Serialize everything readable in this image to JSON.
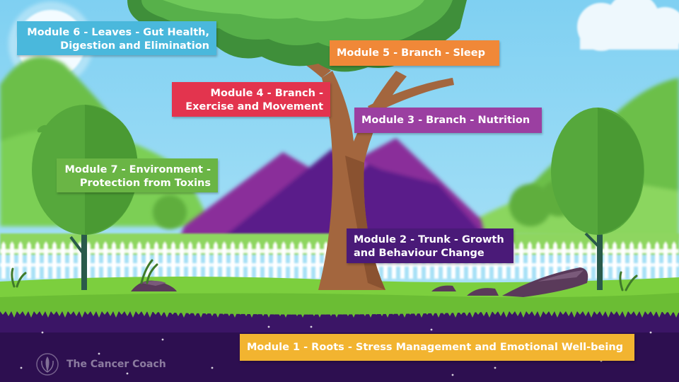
{
  "modules": {
    "m6": {
      "text": "Module 6 - Leaves - Gut Health,\nDigestion and Elimination",
      "color": "#4ab8dc"
    },
    "m5": {
      "text": "Module 5 - Branch - Sleep",
      "color": "#f08838"
    },
    "m4": {
      "text": "Module 4 - Branch -\nExercise and Movement",
      "color": "#e3344e"
    },
    "m3": {
      "text": "Module 3 - Branch - Nutrition",
      "color": "#9b3fa1"
    },
    "m7": {
      "text": "Module 7 - Environment -\nProtection from Toxins",
      "color": "#6ab545"
    },
    "m2": {
      "text": "Module 2 - Trunk - Growth\nand Behaviour Change",
      "color": "#4a1a78"
    },
    "m1": {
      "text": "Module 1 - Roots - Stress Management and Emotional Well-being",
      "color": "#f2b430"
    }
  },
  "brand": {
    "name": "The Cancer Coach"
  },
  "icons": [
    "leaf-icon",
    "tree-icon"
  ]
}
